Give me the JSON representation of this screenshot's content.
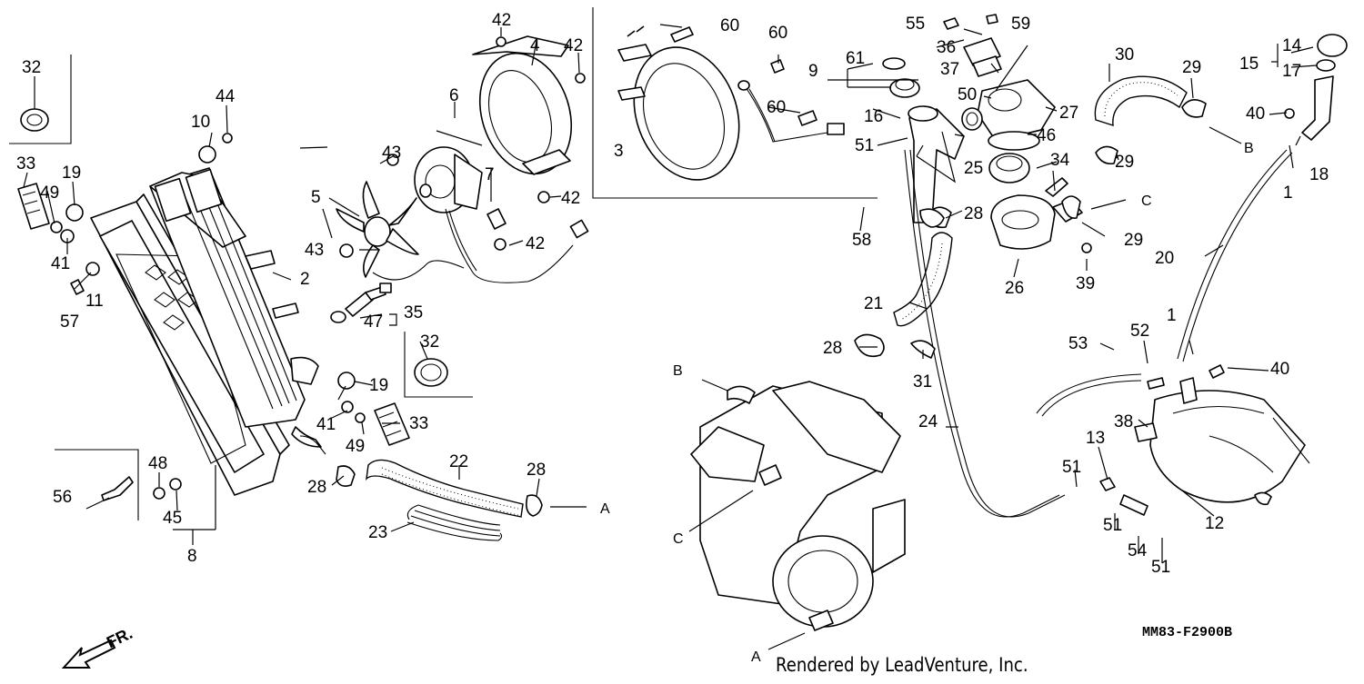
{
  "diagram": {
    "code": "MM83-F2900B",
    "credit": "Rendered by LeadVenture, Inc.",
    "front_marker": "FR.",
    "callouts": [
      "1",
      "2",
      "3",
      "4",
      "5",
      "6",
      "7",
      "8",
      "9",
      "10",
      "11",
      "12",
      "13",
      "14",
      "15",
      "16",
      "17",
      "18",
      "19",
      "20",
      "21",
      "22",
      "23",
      "24",
      "25",
      "26",
      "27",
      "28",
      "29",
      "30",
      "31",
      "32",
      "33",
      "34",
      "35",
      "36",
      "37",
      "38",
      "39",
      "40",
      "41",
      "42",
      "43",
      "44",
      "45",
      "46",
      "47",
      "48",
      "49",
      "50",
      "51",
      "52",
      "53",
      "54",
      "55",
      "56",
      "57",
      "58",
      "59",
      "60",
      "61"
    ],
    "connection_letters": [
      "A",
      "B",
      "C"
    ]
  }
}
